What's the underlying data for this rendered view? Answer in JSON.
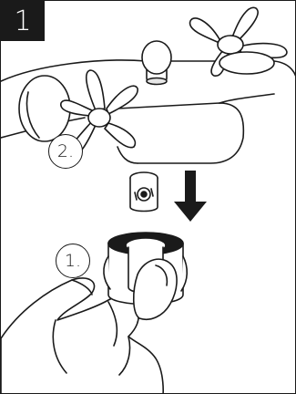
{
  "step": {
    "number": "1"
  },
  "callouts": [
    {
      "label": "2."
    },
    {
      "label": "1."
    }
  ],
  "colors": {
    "ink": "#1a1a1a",
    "paper": "#ffffff",
    "shade": "#e6e6e6"
  }
}
